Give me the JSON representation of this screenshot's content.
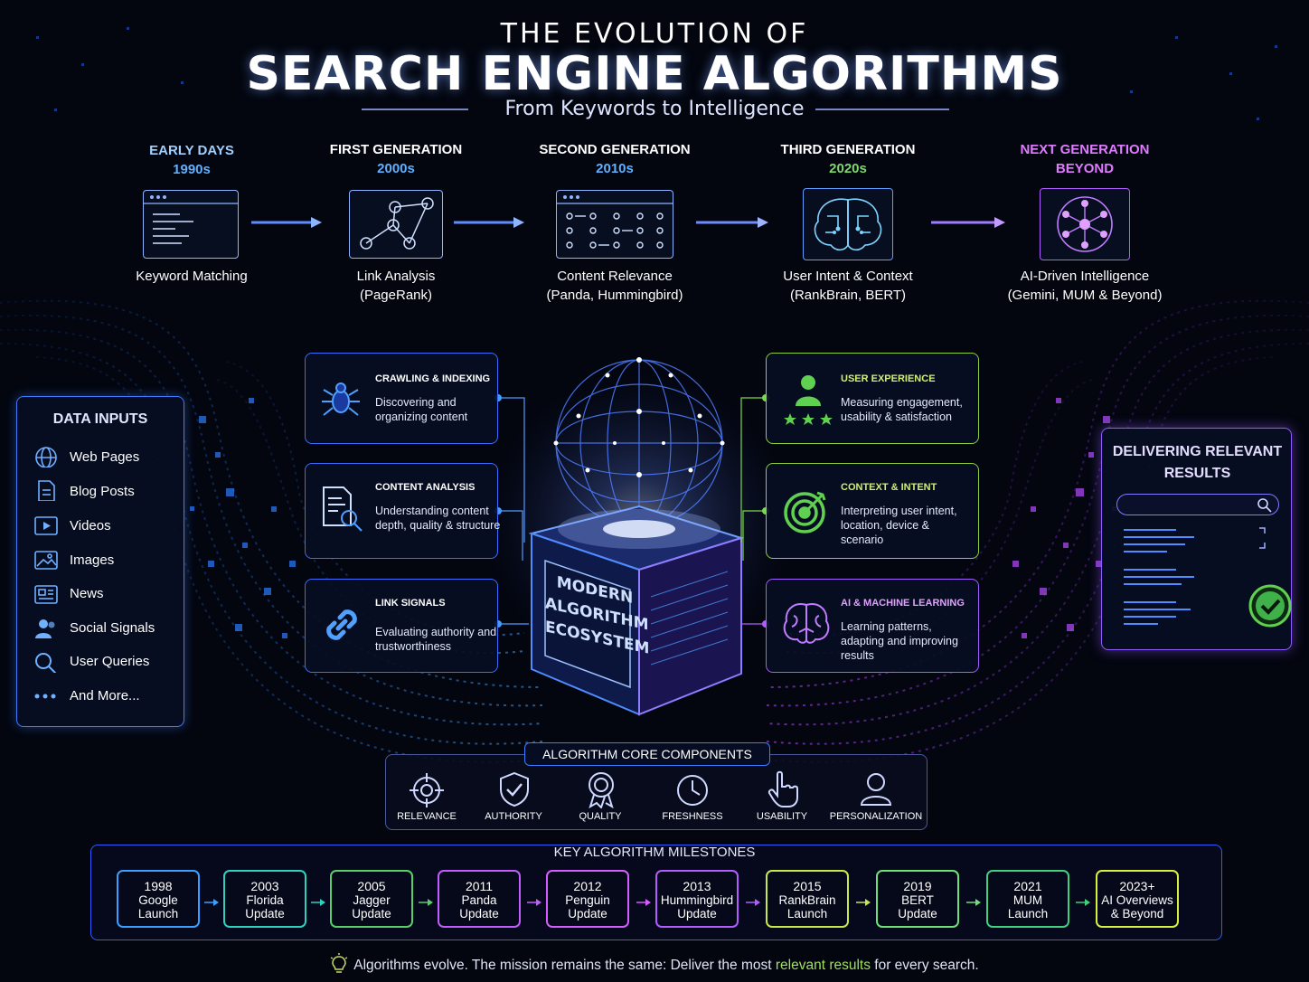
{
  "title": {
    "pre": "THE EVOLUTION OF",
    "main": "SEARCH ENGINE ALGORITHMS",
    "subtitle": "From Keywords to Intelligence"
  },
  "generations": [
    {
      "label": "EARLY DAYS",
      "years": "1990s",
      "name": "Keyword Matching",
      "sub": "",
      "label_color": "#9fd0ff",
      "years_color": "#5fb0ff"
    },
    {
      "label": "FIRST GENERATION",
      "years": "2000s",
      "name": "Link Analysis",
      "sub": "(PageRank)",
      "label_color": "#ffffff",
      "years_color": "#5fb0ff"
    },
    {
      "label": "SECOND GENERATION",
      "years": "2010s",
      "name": "Content Relevance",
      "sub": "(Panda, Hummingbird)",
      "label_color": "#ffffff",
      "years_color": "#5fb0ff"
    },
    {
      "label": "THIRD GENERATION",
      "years": "2020s",
      "name": "User Intent & Context",
      "sub": "(RankBrain, BERT)",
      "label_color": "#ffffff",
      "years_color": "#7dd96b"
    },
    {
      "label": "NEXT GENERATION",
      "years": "BEYOND",
      "name": "AI-Driven Intelligence",
      "sub": "(Gemini, MUM & Beyond)",
      "label_color": "#e07bff",
      "years_color": "#e07bff"
    }
  ],
  "data_inputs": {
    "title": "DATA INPUTS",
    "items": [
      {
        "label": "Web Pages",
        "icon": "globe-icon"
      },
      {
        "label": "Blog Posts",
        "icon": "document-icon"
      },
      {
        "label": "Videos",
        "icon": "video-icon"
      },
      {
        "label": "Images",
        "icon": "image-icon"
      },
      {
        "label": "News",
        "icon": "news-icon"
      },
      {
        "label": "Social Signals",
        "icon": "people-icon"
      },
      {
        "label": "User Queries",
        "icon": "search-icon"
      },
      {
        "label": "And More...",
        "icon": "dots-icon"
      }
    ]
  },
  "components_left": [
    {
      "title": "CRAWLING & INDEXING",
      "desc": "Discovering and organizing content",
      "icon": "spider-icon"
    },
    {
      "title": "CONTENT ANALYSIS",
      "desc": "Understanding content depth, quality & structure",
      "icon": "document-search-icon"
    },
    {
      "title": "LINK SIGNALS",
      "desc": "Evaluating authority and trustworthiness",
      "icon": "link-icon"
    }
  ],
  "components_right": [
    {
      "title": "USER EXPERIENCE",
      "desc": "Measuring engagement, usability & satisfaction",
      "icon": "user-stars-icon"
    },
    {
      "title": "CONTEXT & INTENT",
      "desc": "Interpreting user intent, location, device & scenario",
      "icon": "target-icon"
    },
    {
      "title": "AI & MACHINE LEARNING",
      "desc": "Learning patterns, adapting and improving results",
      "icon": "brain-icon"
    }
  ],
  "center": {
    "line1": "MODERN",
    "line2": "ALGORITHM",
    "line3": "ECOSYSTEM"
  },
  "results": {
    "title_line1": "DELIVERING RELEVANT",
    "title_line2": "RESULTS"
  },
  "core": {
    "title": "ALGORITHM CORE COMPONENTS",
    "items": [
      {
        "label": "RELEVANCE",
        "icon": "crosshair-icon"
      },
      {
        "label": "AUTHORITY",
        "icon": "shield-check-icon"
      },
      {
        "label": "QUALITY",
        "icon": "award-icon"
      },
      {
        "label": "FRESHNESS",
        "icon": "clock-icon"
      },
      {
        "label": "USABILITY",
        "icon": "pointer-hand-icon"
      },
      {
        "label": "PERSONALIZATION",
        "icon": "person-icon"
      }
    ]
  },
  "milestones": {
    "title": "KEY ALGORITHM MILESTONES",
    "items": [
      {
        "year": "1998",
        "line1": "Google",
        "line2": "Launch",
        "color": "#3aa0ff"
      },
      {
        "year": "2003",
        "line1": "Florida",
        "line2": "Update",
        "color": "#2fd0c0"
      },
      {
        "year": "2005",
        "line1": "Jagger",
        "line2": "Update",
        "color": "#57d06a"
      },
      {
        "year": "2011",
        "line1": "Panda",
        "line2": "Update",
        "color": "#c35cff"
      },
      {
        "year": "2012",
        "line1": "Penguin",
        "line2": "Update",
        "color": "#d55cff"
      },
      {
        "year": "2013",
        "line1": "Hummingbird",
        "line2": "Update",
        "color": "#b25cff"
      },
      {
        "year": "2015",
        "line1": "RankBrain",
        "line2": "Launch",
        "color": "#c8e84a"
      },
      {
        "year": "2019",
        "line1": "BERT",
        "line2": "Update",
        "color": "#6ee07a"
      },
      {
        "year": "2021",
        "line1": "MUM",
        "line2": "Launch",
        "color": "#3fd080"
      },
      {
        "year": "2023+",
        "line1": "AI Overviews",
        "line2": "& Beyond",
        "color": "#d8f040"
      }
    ]
  },
  "footer": {
    "pre": "Algorithms evolve. The mission remains the same: Deliver the most ",
    "highlight": "relevant results",
    "post": " for every search."
  }
}
